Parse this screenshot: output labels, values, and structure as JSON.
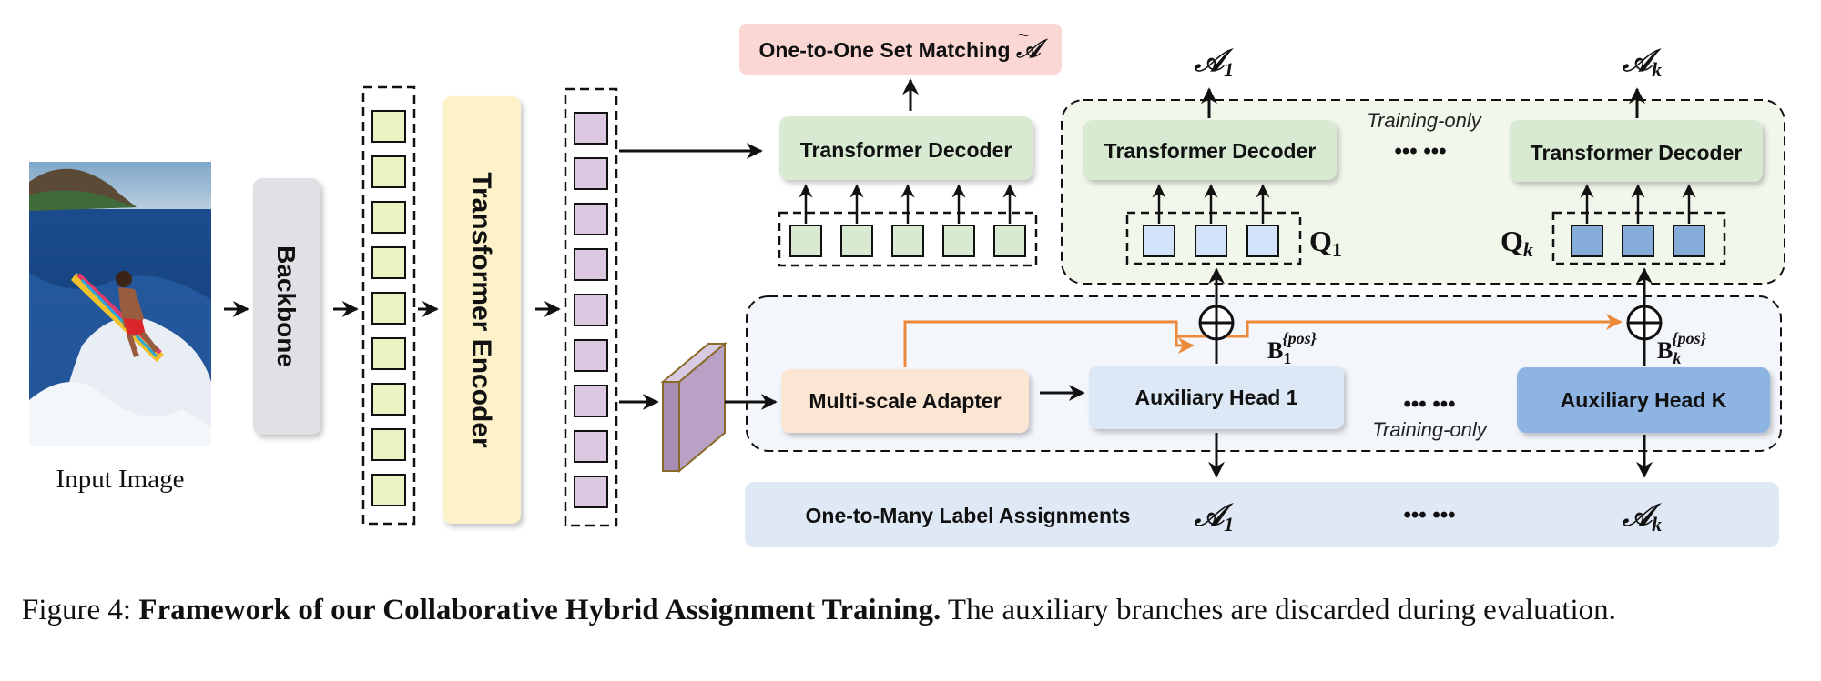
{
  "labels": {
    "input_image": "Input Image",
    "backbone": "Backbone",
    "transformer_encoder": "Transformer Encoder",
    "one_to_one": "One-to-One Set Matching",
    "one_to_one_symbol": "𝒜",
    "transformer_decoder": "Transformer Decoder",
    "training_only": "Training-only",
    "a_symbol": "𝒜",
    "sub_1": "1",
    "sub_k": "k",
    "q_symbol": "Q",
    "b_symbol": "B",
    "b_superscript": "{pos}",
    "multi_scale_adapter": "Multi-scale Adapter",
    "aux_head_1": "Auxiliary Head 1",
    "aux_head_k": "Auxiliary Head K",
    "one_to_many": "One-to-Many Label Assignments",
    "ellipsis": "••• •••",
    "oplus": "⊕"
  },
  "caption": {
    "prefix": "Figure 4: ",
    "bold": "Framework of our Collaborative Hybrid Assignment Training.",
    "rest": " The auxiliary branches are discarded during evaluation."
  },
  "colors": {
    "backbone": "#e2e0e4",
    "encoder": "#fdf2c9",
    "feature_green": "#e9f3c4",
    "feature_purple": "#dcc8e0",
    "decoder": "#d8ebd2",
    "one_to_one": "#fad7d2",
    "adapter": "#fbe5d3",
    "aux_head_1": "#dce8f6",
    "aux_head_k": "#8eb4e3",
    "query_light": "#d2e2f8",
    "query_dark": "#86acd9",
    "aux_region": "#f3f6fb",
    "decoder_region": "#f2f7ec",
    "one_to_many": "#dfe9f5",
    "orange_arrow": "#ed8a3a",
    "pyramid": "#b8a1c4"
  }
}
